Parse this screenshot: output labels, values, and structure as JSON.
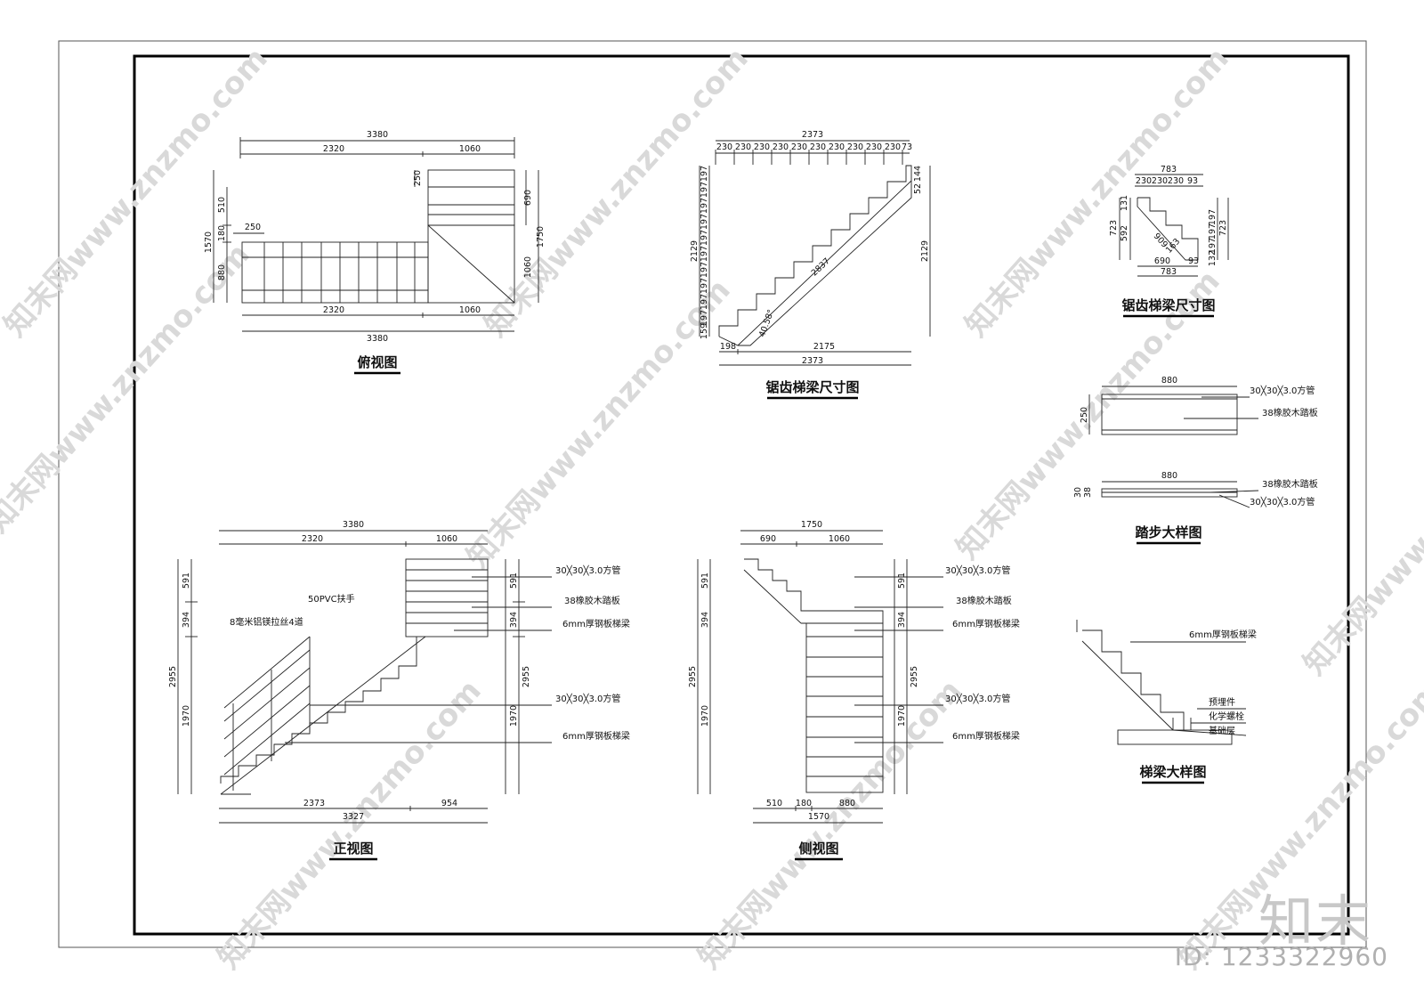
{
  "titles": {
    "plan": "俯视图",
    "stringer": "锯齿梯梁尺寸图",
    "stringer_small": "锯齿梯梁尺寸图",
    "front": "正视图",
    "side": "侧视图",
    "tread": "踏步大样图",
    "beam": "梯梁大样图"
  },
  "plan": {
    "top_total": "3380",
    "top_a": "2320",
    "top_b": "1060",
    "bot_a": "2320",
    "bot_b": "1060",
    "bot_total": "3380",
    "left_total": "1570",
    "left_a": "510",
    "left_b": "180",
    "left_c": "880",
    "step_w": "250",
    "upper_h": "250",
    "right_a": "690",
    "right_b": "1060",
    "right_total": "1750"
  },
  "stringer": {
    "top_total": "2373",
    "treads": [
      "230",
      "230",
      "230",
      "230",
      "230",
      "230",
      "230",
      "230",
      "230",
      "230"
    ],
    "top_end": "73",
    "risers": [
      "159",
      "197",
      "197",
      "197",
      "197",
      "197",
      "197",
      "197",
      "197",
      "197",
      "197"
    ],
    "left_total": "2129",
    "right_total": "2129",
    "right_top_a": "144",
    "right_top_b": "52",
    "diag": "2837",
    "angle": "40.58°",
    "bot_a": "198",
    "bot_b": "2175",
    "bot_total": "2373"
  },
  "small": {
    "top_total": "783",
    "top_parts": [
      "230",
      "230",
      "230",
      "93"
    ],
    "diag": "909",
    "mid": "163",
    "left_a": "131",
    "left_b": "592",
    "left_total": "723",
    "right_parts": [
      "197",
      "197",
      "197",
      "132"
    ],
    "right_total": "723",
    "bot_a": "690",
    "bot_b": "93",
    "bot_total": "783"
  },
  "tread_detail": {
    "width": "880",
    "depth": "250",
    "width2": "880",
    "h1": "30",
    "h2": "38",
    "pipe": "30╳30╳3.0方管",
    "board": "38橡胶木踏板"
  },
  "front": {
    "top_total": "3380",
    "top_a": "2320",
    "top_b": "1060",
    "left_total": "2955",
    "left_a": "591",
    "left_b": "394",
    "left_c": "1970",
    "right_total": "2955",
    "right_a": "591",
    "right_b": "394",
    "right_c": "1970",
    "handrail": "50PVC扶手",
    "wires": "8毫米铝镁拉丝4道",
    "pipe": "30╳30╳3.0方管",
    "board": "38橡胶木踏板",
    "beam": "6mm厚钢板梯梁",
    "bot_a": "2373",
    "bot_b": "954",
    "bot_total": "3327"
  },
  "side": {
    "top_total": "1750",
    "top_a": "690",
    "top_b": "1060",
    "left_total": "2955",
    "left_a": "591",
    "left_b": "394",
    "left_c": "1970",
    "right_total": "2955",
    "right_a": "591",
    "right_b": "394",
    "right_c": "1970",
    "pipe": "30╳30╳3.0方管",
    "board": "38橡胶木踏板",
    "beam": "6mm厚钢板梯梁",
    "bot_a": "510",
    "bot_b": "180",
    "bot_c": "880",
    "bot_total": "1570"
  },
  "beam_detail": {
    "beam": "6mm厚钢板梯梁",
    "embed": "预埋件",
    "bolt": "化学螺栓",
    "base": "基础层"
  },
  "watermark": {
    "text": "知末网www.znzmo.com",
    "brand": "知末",
    "id": "ID: 1233322960"
  }
}
